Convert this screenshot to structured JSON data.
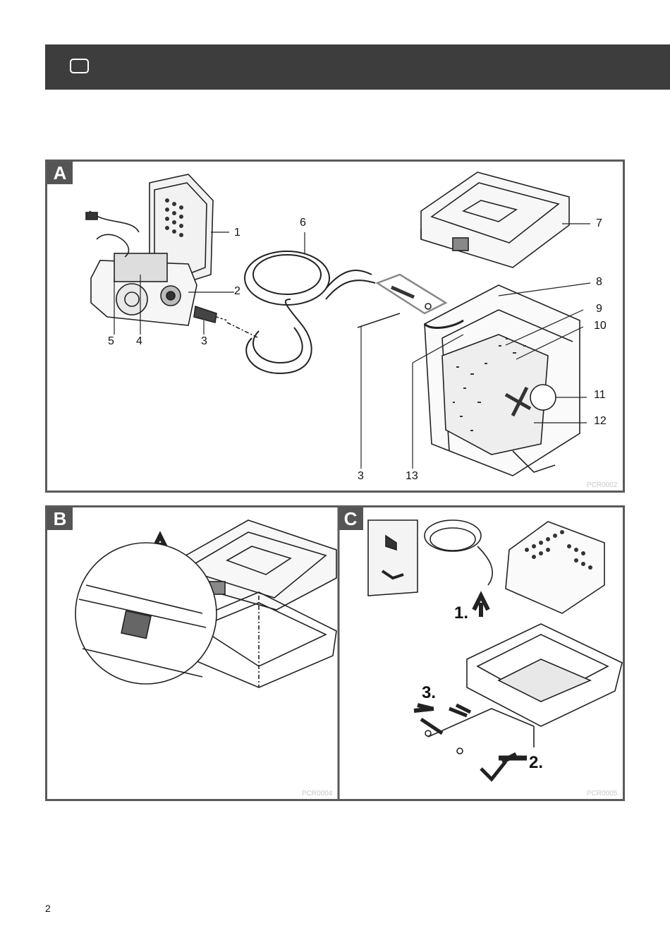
{
  "header": {
    "icon": "tablet-outline-icon"
  },
  "panel_a": {
    "letter": "A",
    "code": "PCR0002",
    "callouts": {
      "c1": "1",
      "c2": "2",
      "c3": "3",
      "c4": "4",
      "c5": "5",
      "c6": "6",
      "c7": "7",
      "c8": "8",
      "c9": "9",
      "c10": "10",
      "c11": "11",
      "c12": "12",
      "c13": "13",
      "c3b": "3"
    }
  },
  "panel_b": {
    "letter": "B",
    "code": "PCR0004"
  },
  "panel_c": {
    "letter": "C",
    "code": "PCR0005",
    "steps": {
      "s1": "1.",
      "s2": "2.",
      "s3": "3."
    }
  },
  "page_number": "2"
}
